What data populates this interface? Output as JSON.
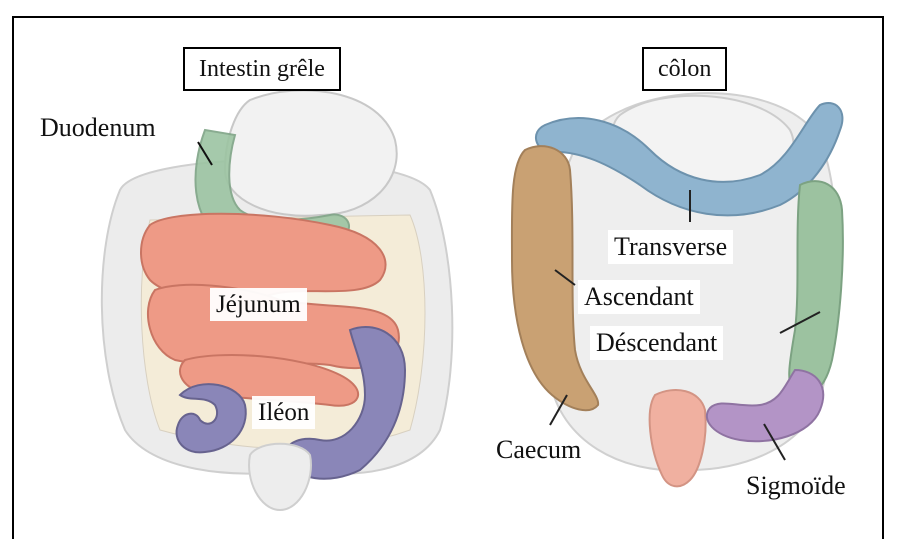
{
  "titles": {
    "small_intestine": "Intestin grêle",
    "colon": "côlon"
  },
  "labels": {
    "duodenum": "Duodenum",
    "jejunum": "Jéjunum",
    "ileum": "Iléon",
    "transverse": "Transverse",
    "ascending": "Ascendant",
    "descending": "Déscendant",
    "caecum": "Caecum",
    "sigmoid": "Sigmoïde"
  },
  "colors": {
    "duodenum": "#9cc4a2",
    "jejunum": "#ee9a86",
    "ileum": "#8a86b8",
    "transverse": "#8fb4cf",
    "ascending": "#c9a173",
    "descending": "#9cc2a0",
    "sigmoid": "#b394c6",
    "organs": "#e8e8e8"
  }
}
